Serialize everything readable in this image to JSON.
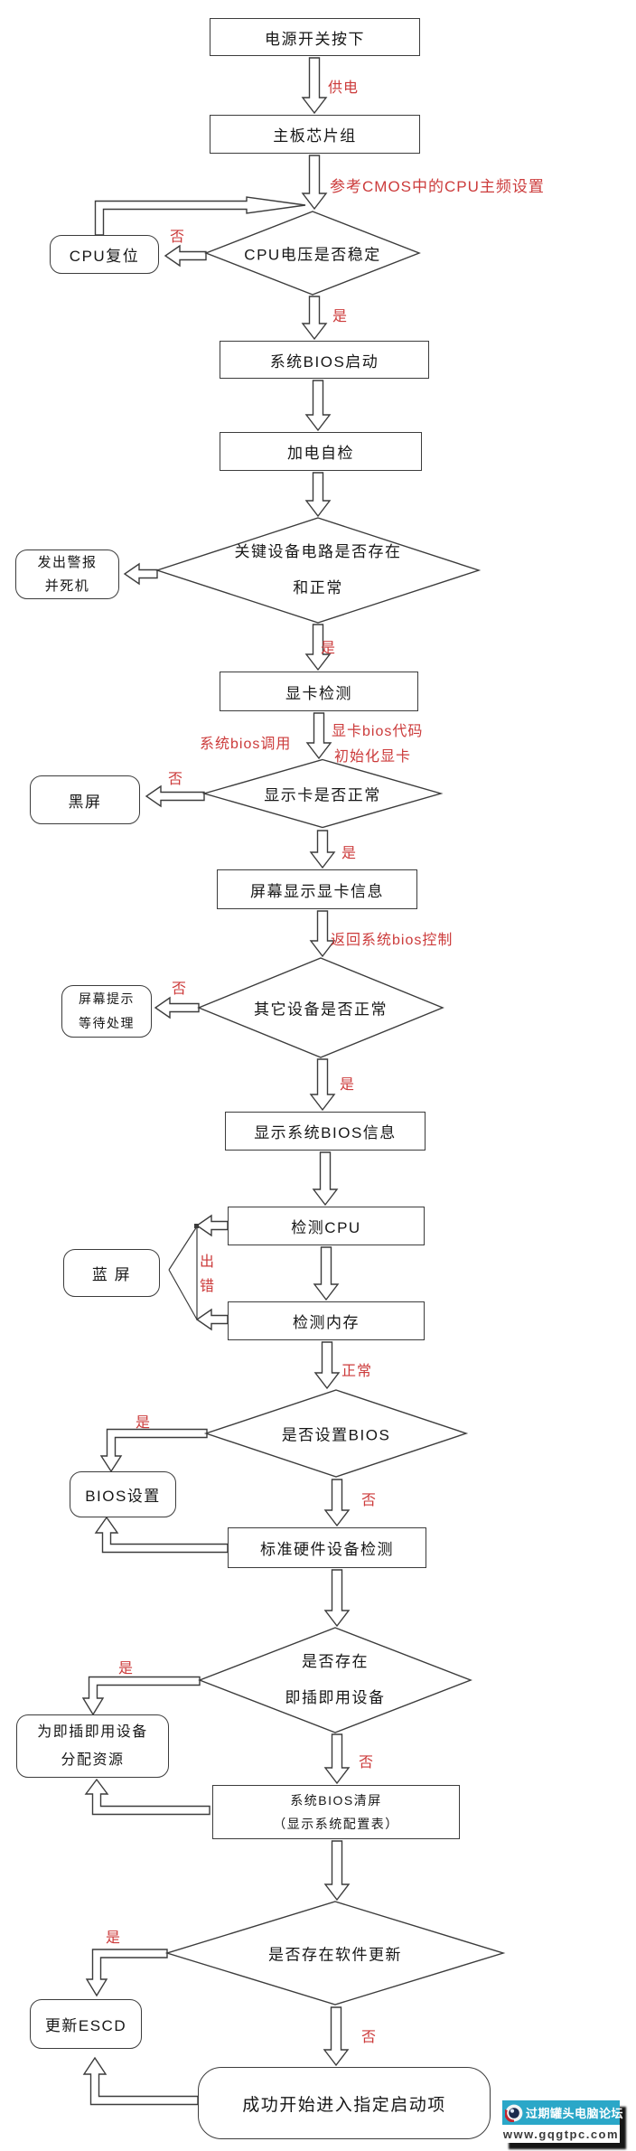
{
  "flowchart": {
    "process_nodes": {
      "power": "电源开关按下",
      "chipset": "主板芯片组",
      "bios_start": "系统BIOS启动",
      "post": "加电自检",
      "gpu_check": "显卡检测",
      "gpu_info_screen": "屏幕显示显卡信息",
      "bios_info": "显示系统BIOS信息",
      "cpu_check": "检测CPU",
      "mem_check": "检测内存",
      "std_hw_check": "标准硬件设备检测",
      "bios_clear_line1": "系统BIOS清屏",
      "bios_clear_line2": "（显示系统配置表）",
      "boot_final": "成功开始进入指定启动项"
    },
    "terminal_nodes": {
      "cpu_reset": "CPU复位",
      "alarm_line1": "发出警报",
      "alarm_line2": "并死机",
      "black_screen": "黑屏",
      "screen_wait_line1": "屏幕提示",
      "screen_wait_line2": "等待处理",
      "blue_screen": "蓝 屏",
      "bios_setup": "BIOS设置",
      "pnp_line1": "为即插即用设备",
      "pnp_line2": "分配资源",
      "escd": "更新ESCD"
    },
    "decision_nodes": {
      "d1": "CPU电压是否稳定",
      "d2_line1": "关键设备电路是否存在",
      "d2_line2": "和正常",
      "d3": "显示卡是否正常",
      "d4": "其它设备是否正常",
      "d5": "是否设置BIOS",
      "d6_line1": "是否存在",
      "d6_line2": "即插即用设备",
      "d7": "是否存在软件更新"
    },
    "edge_labels": {
      "supply": "供电",
      "cmos": "参考CMOS中的CPU主频设置",
      "no": "否",
      "yes": "是",
      "sys_bios_call": "系统bios调用",
      "gpu_bios_code": "显卡bios代码",
      "gpu_init": "初始化显卡",
      "return_bios": "返回系统bios控制",
      "error_char1": "出",
      "error_char2": "错",
      "normal": "正常"
    }
  },
  "watermark": {
    "site_name": "过期罐头电脑论坛",
    "site_url": "www.gqgtpc.com"
  },
  "colors": {
    "line": "#3c3c3c",
    "label_red": "#cc3b3b",
    "watermark_teal": "#2ba7c8",
    "watermark_url_text": "#3a3a3a",
    "background": "#ffffff"
  }
}
